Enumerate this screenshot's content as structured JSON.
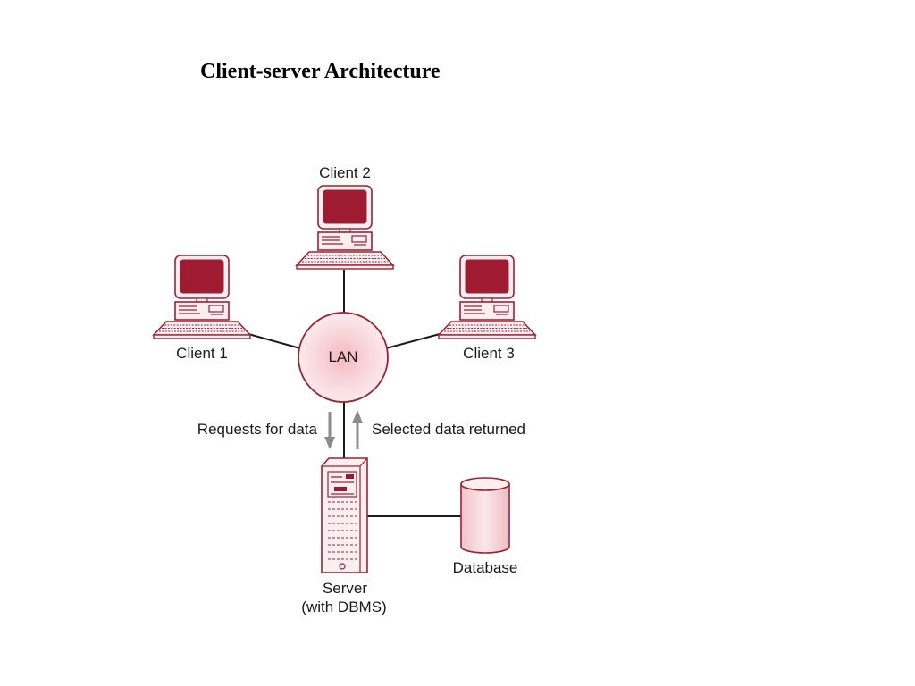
{
  "title": "Client-server Architecture",
  "hub": {
    "label": "LAN"
  },
  "clients": [
    {
      "label": "Client 1"
    },
    {
      "label": "Client 2"
    },
    {
      "label": "Client 3"
    }
  ],
  "flows": {
    "request_label": "Requests for data",
    "response_label": "Selected data returned"
  },
  "server": {
    "line1": "Server",
    "line2": "(with DBMS)"
  },
  "database": {
    "label": "Database"
  },
  "colors": {
    "accent": "#9e1b32",
    "outline": "#9b2335",
    "panel": "#f6dde1",
    "arrow": "#8c8c8c",
    "link": "#1a1a1a"
  }
}
